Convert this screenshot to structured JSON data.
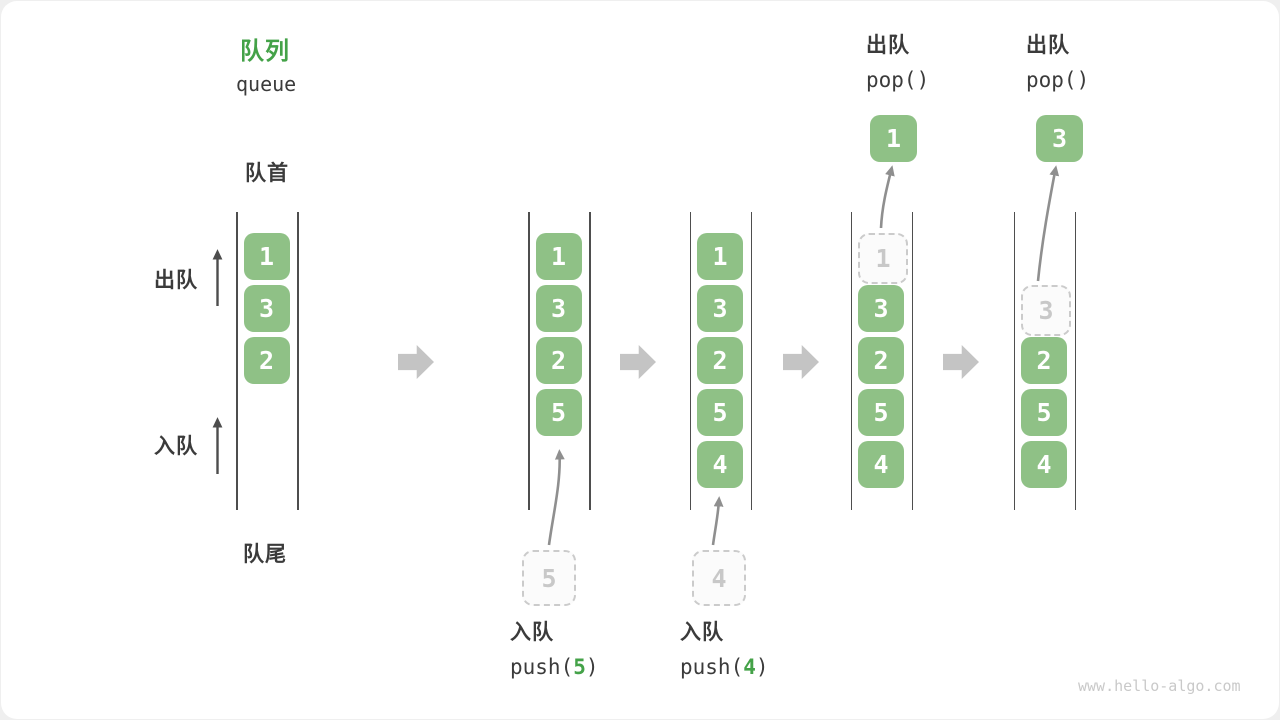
{
  "title": {
    "zh": "队列",
    "en": "queue"
  },
  "side_labels": {
    "front": "队首",
    "rear": "队尾",
    "dequeue": "出队",
    "enqueue": "入队"
  },
  "watermark": "www.hello-algo.com",
  "colors": {
    "title_green": "#44A248",
    "box_green": "#8FC186",
    "box_text": "#FFFFFF",
    "dashed_border": "#CBCBCB",
    "dashed_text": "#C8C8C8",
    "column_line": "#4E4E4E",
    "transition_arrow_gray": "#C4C4C4",
    "curve_arrow_gray": "#8F8F8F",
    "text_dark": "#3B3B3B",
    "watermark_gray": "#C9C9C9"
  },
  "states": [
    {
      "boxes": [
        {
          "slot": 0,
          "value": "1",
          "style": "solid"
        },
        {
          "slot": 1,
          "value": "3",
          "style": "solid"
        },
        {
          "slot": 2,
          "value": "2",
          "style": "solid"
        }
      ]
    },
    {
      "boxes": [
        {
          "slot": 0,
          "value": "1",
          "style": "solid"
        },
        {
          "slot": 1,
          "value": "3",
          "style": "solid"
        },
        {
          "slot": 2,
          "value": "2",
          "style": "solid"
        },
        {
          "slot": 3,
          "value": "5",
          "style": "solid"
        }
      ],
      "pending": {
        "value": "5"
      },
      "operation": {
        "position": "below",
        "zh": "入队",
        "code_prefix": "push(",
        "code_arg": "5",
        "code_suffix": ")"
      }
    },
    {
      "boxes": [
        {
          "slot": 0,
          "value": "1",
          "style": "solid"
        },
        {
          "slot": 1,
          "value": "3",
          "style": "solid"
        },
        {
          "slot": 2,
          "value": "2",
          "style": "solid"
        },
        {
          "slot": 3,
          "value": "5",
          "style": "solid"
        },
        {
          "slot": 4,
          "value": "4",
          "style": "solid"
        }
      ],
      "pending": {
        "value": "4"
      },
      "operation": {
        "position": "below",
        "zh": "入队",
        "code_prefix": "push(",
        "code_arg": "4",
        "code_suffix": ")"
      }
    },
    {
      "boxes": [
        {
          "slot": 0,
          "value": "1",
          "style": "dashed"
        },
        {
          "slot": 1,
          "value": "3",
          "style": "solid"
        },
        {
          "slot": 2,
          "value": "2",
          "style": "solid"
        },
        {
          "slot": 3,
          "value": "5",
          "style": "solid"
        },
        {
          "slot": 4,
          "value": "4",
          "style": "solid"
        }
      ],
      "popped": {
        "value": "1"
      },
      "operation": {
        "position": "above",
        "zh": "出队",
        "code_prefix": "pop()",
        "code_arg": "",
        "code_suffix": ""
      }
    },
    {
      "boxes": [
        {
          "slot": 1,
          "value": "3",
          "style": "dashed"
        },
        {
          "slot": 2,
          "value": "2",
          "style": "solid"
        },
        {
          "slot": 3,
          "value": "5",
          "style": "solid"
        },
        {
          "slot": 4,
          "value": "4",
          "style": "solid"
        }
      ],
      "popped": {
        "value": "3"
      },
      "operation": {
        "position": "above",
        "zh": "出队",
        "code_prefix": "pop()",
        "code_arg": "",
        "code_suffix": ""
      }
    }
  ]
}
